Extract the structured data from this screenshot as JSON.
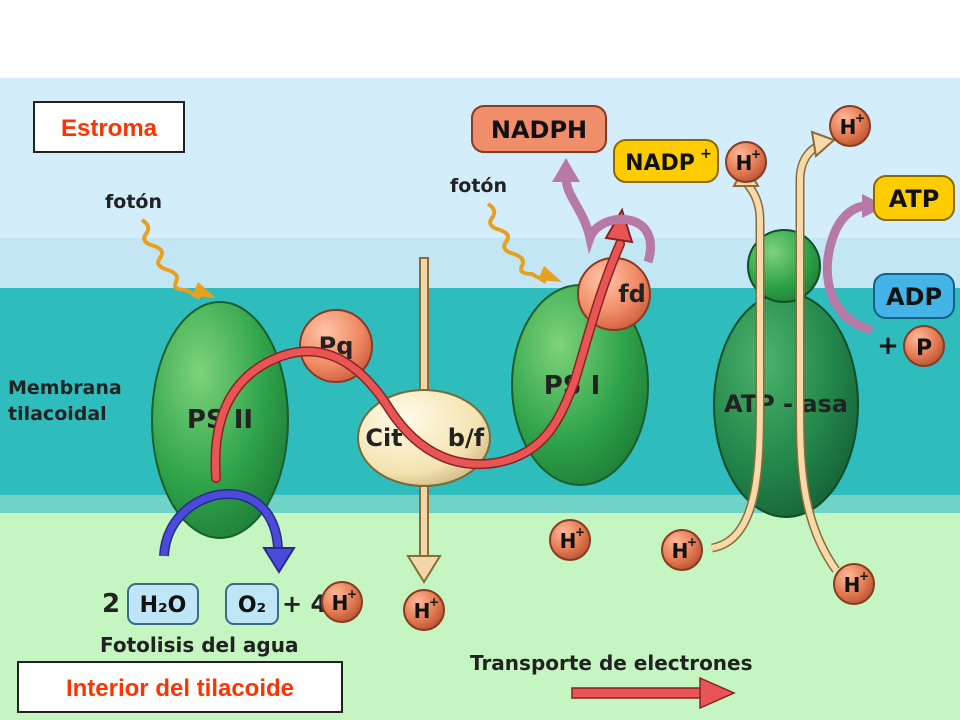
{
  "regions": {
    "stroma_label": "Estroma",
    "lumen_label": "Interior del tilacoide",
    "membrane_label": [
      "Membrana",
      "tilacoidal"
    ]
  },
  "photons": {
    "left_label": "fotón",
    "right_label": "fotón"
  },
  "complexes": {
    "ps2": "PS  II",
    "pq": "Pq",
    "cyt": [
      "Cit",
      "b/f"
    ],
    "ps1": "PS  I",
    "fd": "fd",
    "atpase": "ATP - asa"
  },
  "molecules": {
    "nadph": "NADPH",
    "nadp": "NADP",
    "nadp_sup": "+",
    "atp": "ATP",
    "adp": "ADP",
    "plus_p": "+",
    "p": "P",
    "h": "H",
    "h_sup": "+"
  },
  "photolysis": {
    "coef_water": "2",
    "water": "H₂O",
    "oxygen": "O₂",
    "plus_four": "+ 4",
    "caption": "Fotolisis del agua"
  },
  "transport": {
    "caption": "Transporte de electrones"
  },
  "colors": {
    "stroma": "#d3edfb",
    "membrane": "#2ebcbc",
    "lumen": "#c5f5c0",
    "complex_green": "#2fa34a",
    "electron_path": "#e85555",
    "proton": "#e0784f",
    "atp_pill": "#ffcc00",
    "adp_pill": "#44b4e8",
    "nadph_pill": "#f08d6a",
    "arrow_purple": "#b77aa7",
    "arrow_blue": "#4b4bd9"
  }
}
